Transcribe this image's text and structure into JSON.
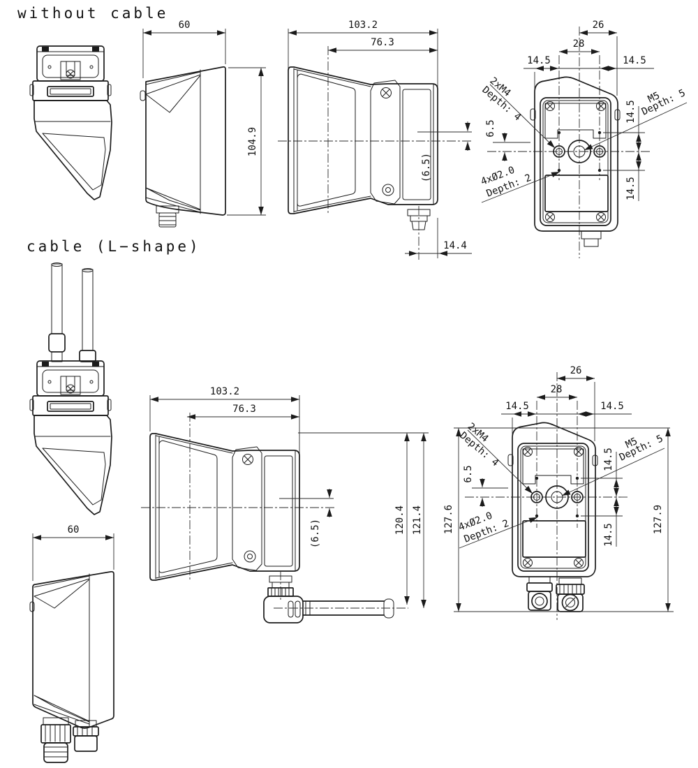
{
  "titles": {
    "without_cable": "without cable",
    "cable_lshape": "cable (L−shape)"
  },
  "without_cable": {
    "side_view": {
      "width": "60",
      "height": "104.9"
    },
    "profile_view": {
      "overall_width": "103.2",
      "body_width": "76.3",
      "axis_offset": "(6.5)",
      "connector_offset": "14.4"
    },
    "rear_view": {
      "span_26": "26",
      "span_28": "28",
      "edge_left": "14.5",
      "edge_right": "14.5",
      "axis_offset": "6.5",
      "pitch_upper": "14.5",
      "pitch_lower": "14.5",
      "m4_label": "2xM4",
      "m4_depth": "Depth: 4",
      "m5_label": "M5",
      "m5_depth": "Depth: 5",
      "holes_label": "4xØ2.0",
      "holes_depth": "Depth: 2"
    }
  },
  "cable_lshape": {
    "side_view": {
      "width": "60"
    },
    "profile_view": {
      "overall_width": "103.2",
      "body_width": "76.3",
      "axis_offset": "(6.5)",
      "height_cable_top": "120.4",
      "height_cable_axis": "121.4"
    },
    "rear_view": {
      "span_26": "26",
      "span_28": "28",
      "edge_left": "14.5",
      "edge_right": "14.5",
      "axis_offset": "6.5",
      "pitch_upper": "14.5",
      "pitch_lower": "14.5",
      "m4_label": "2xM4",
      "m4_depth": "Depth: 4",
      "m5_label": "M5",
      "m5_depth": "Depth: 5",
      "holes_label": "4xØ2.0",
      "holes_depth": "Depth: 2",
      "height_left": "127.6",
      "height_right": "127.9"
    }
  }
}
